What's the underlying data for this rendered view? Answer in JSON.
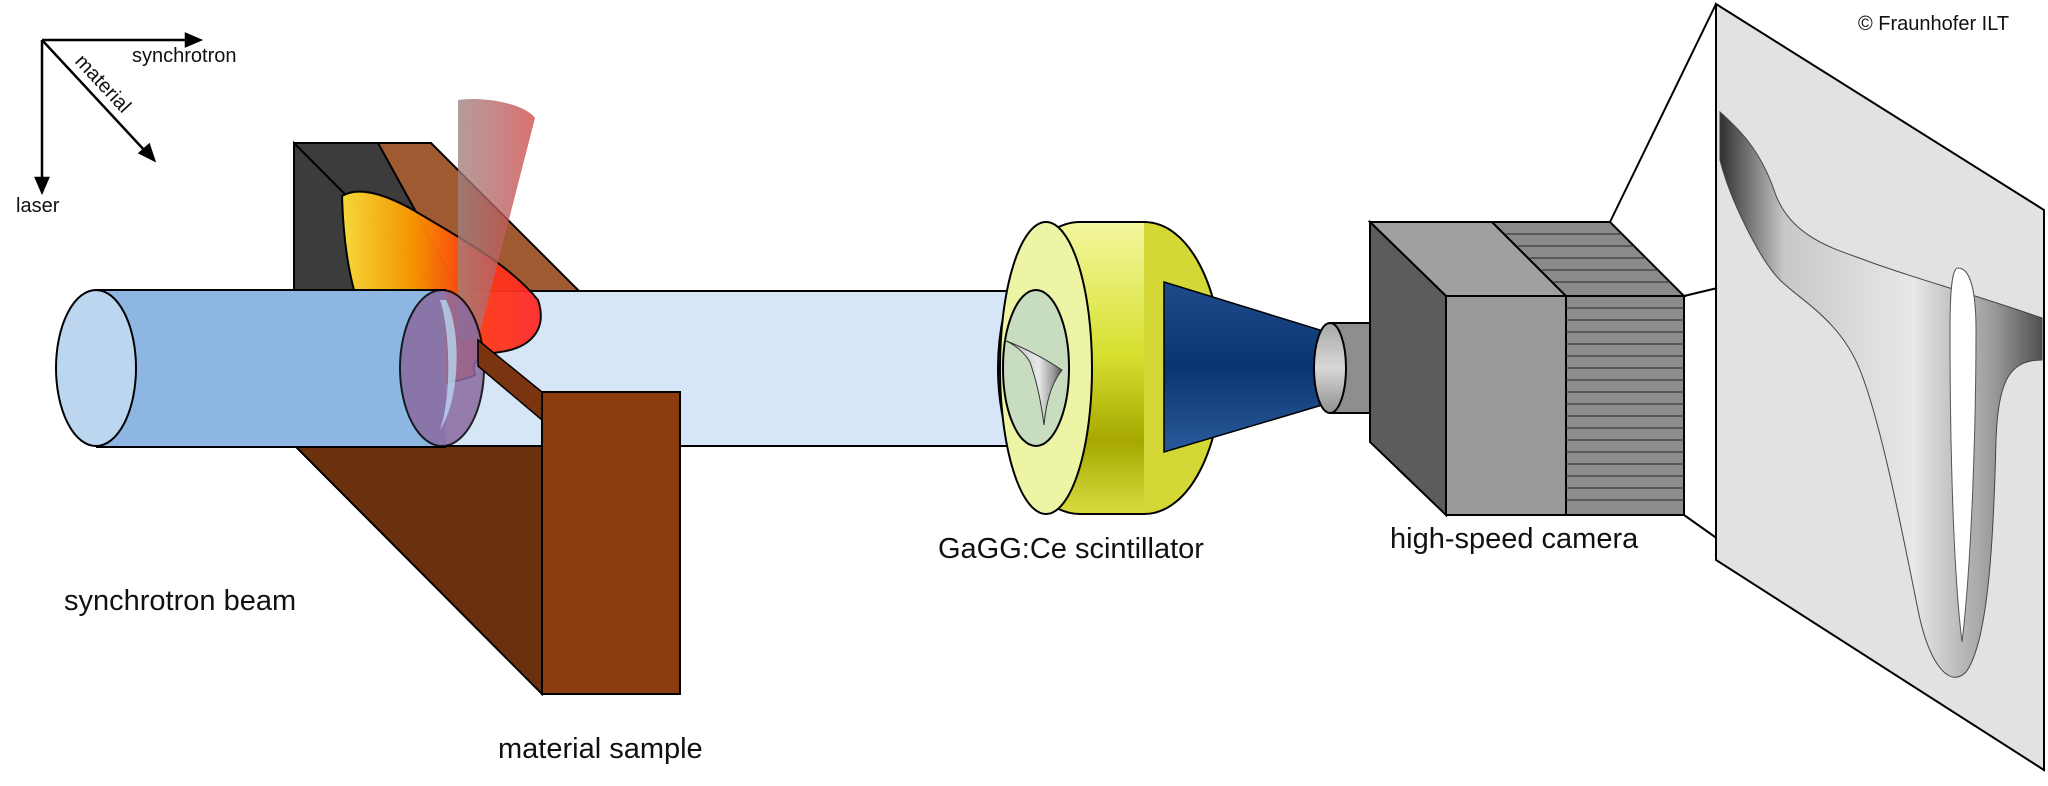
{
  "copyright": "© Fraunhofer ILT",
  "axes": {
    "synchrotron": "synchrotron",
    "material": "material",
    "laser": "laser"
  },
  "labels": {
    "synchrotron_beam": "synchrotron beam",
    "material_sample": "material sample",
    "scintillator": "GaGG:Ce scintillator",
    "camera": "high-speed camera"
  }
}
